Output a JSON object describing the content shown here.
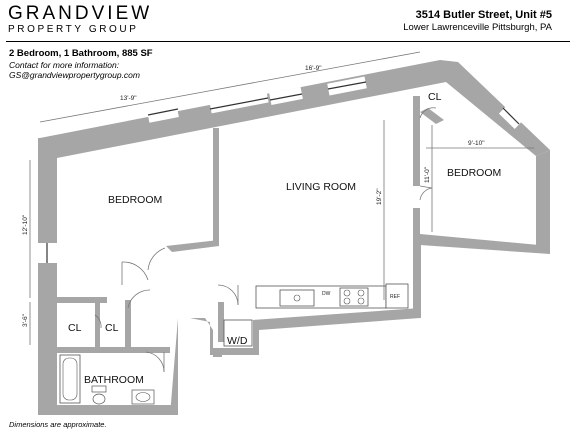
{
  "brand": {
    "name": "GRANDVIEW",
    "subtitle": "PROPERTY GROUP"
  },
  "address": {
    "line1": "3514 Butler Street, Unit #5",
    "line2": "Lower Lawrenceville Pittsburgh, PA"
  },
  "unit_info": {
    "spec": "2 Bedroom, 1 Bathroom, 885 SF",
    "contact": "Contact for more information:",
    "email": "GS@grandviewpropertygroup.com"
  },
  "rooms": {
    "bedroom_left": "BEDROOM",
    "living_room": "LIVING ROOM",
    "bedroom_right": "BEDROOM",
    "bathroom": "BATHROOM",
    "closet_right": "CL",
    "closet_a": "CL",
    "closet_b": "CL",
    "washer_dryer": "W/D"
  },
  "fixtures": {
    "dishwasher": "DW",
    "refrigerator": "REF"
  },
  "dimensions": {
    "top_left": "13'-9\"",
    "top_mid": "16'-9\"",
    "left_upper": "12'-10\"",
    "left_lower": "3'-6\"",
    "living_depth": "19'-2\"",
    "right_width": "9'-10\"",
    "right_depth": "11'-0\""
  },
  "footnote": "Dimensions are approximate.",
  "colors": {
    "wall": "#a6a6a6",
    "text": "#111111"
  }
}
